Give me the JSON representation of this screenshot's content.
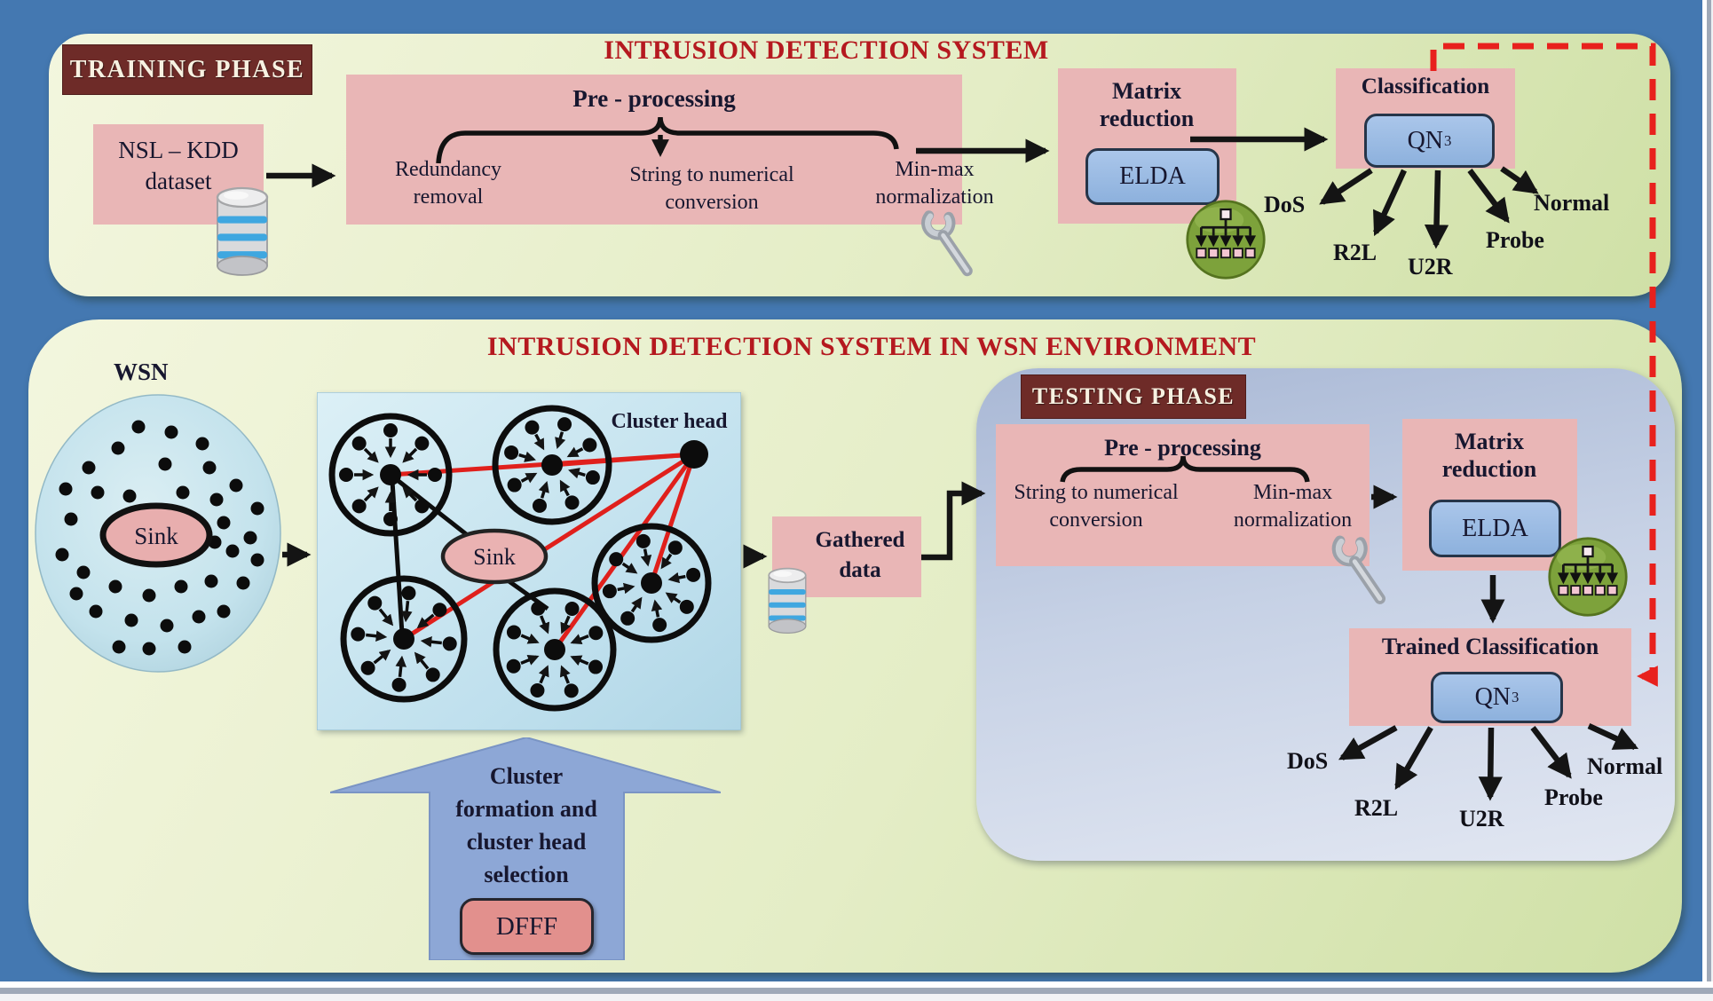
{
  "colors": {
    "background_blue": "#4478b1",
    "panel_green_light": "#f3f6de",
    "panel_green_mid": "#e4edc6",
    "panel_green_dark": "#cfe0a6",
    "maroon": "#6e2b28",
    "title_red": "#b5191f",
    "pink_box": "#e9b6b6",
    "chip_blue": "#99b9e2",
    "chip_border": "#263549",
    "text_dark": "#17172f",
    "blue_arrow": "#8da7d6",
    "testing_top": "#a9b8d5",
    "testing_bottom": "#e2e7f2",
    "cluster_bg": "#cfe9f3",
    "wsn_fill": "#c9e6ee",
    "dfff_bg": "#e2908d",
    "red_dashed": "#e8211d",
    "icon_green": "#7da23b",
    "arrow_black": "#141414"
  },
  "training": {
    "phase_label": "TRAINING PHASE",
    "title": "INTRUSION DETECTION SYSTEM",
    "dataset_label": "NSL – KDD dataset",
    "preprocessing": {
      "title": "Pre - processing",
      "step1": "Redundancy removal",
      "step2": "String to numerical conversion",
      "step3": "Min-max normalization"
    },
    "matrix_reduction": {
      "title": "Matrix reduction",
      "method": "ELDA"
    },
    "classification": {
      "title": "Classification",
      "method": "QN",
      "method_sup": "3"
    },
    "outputs": [
      "DoS",
      "R2L",
      "U2R",
      "Probe",
      "Normal"
    ]
  },
  "wsn": {
    "title": "INTRUSION DETECTION SYSTEM IN WSN ENVIRONMENT",
    "network_label": "WSN",
    "sink_label": "Sink",
    "cluster_view": {
      "sink_label": "Sink",
      "cluster_head_label": "Cluster head"
    },
    "process_arrow": {
      "lines": [
        "Cluster",
        "formation and",
        "cluster head",
        "selection"
      ],
      "method": "DFFF"
    },
    "gathered_label": "Gathered data"
  },
  "testing": {
    "phase_label": "TESTING PHASE",
    "preprocessing": {
      "title": "Pre - processing",
      "step1": "String to numerical conversion",
      "step2": "Min-max normalization"
    },
    "matrix_reduction": {
      "title": "Matrix reduction",
      "method": "ELDA"
    },
    "classification": {
      "title": "Trained Classification",
      "method": "QN",
      "method_sup": "3"
    },
    "outputs": [
      "DoS",
      "R2L",
      "U2R",
      "Probe",
      "Normal"
    ]
  }
}
